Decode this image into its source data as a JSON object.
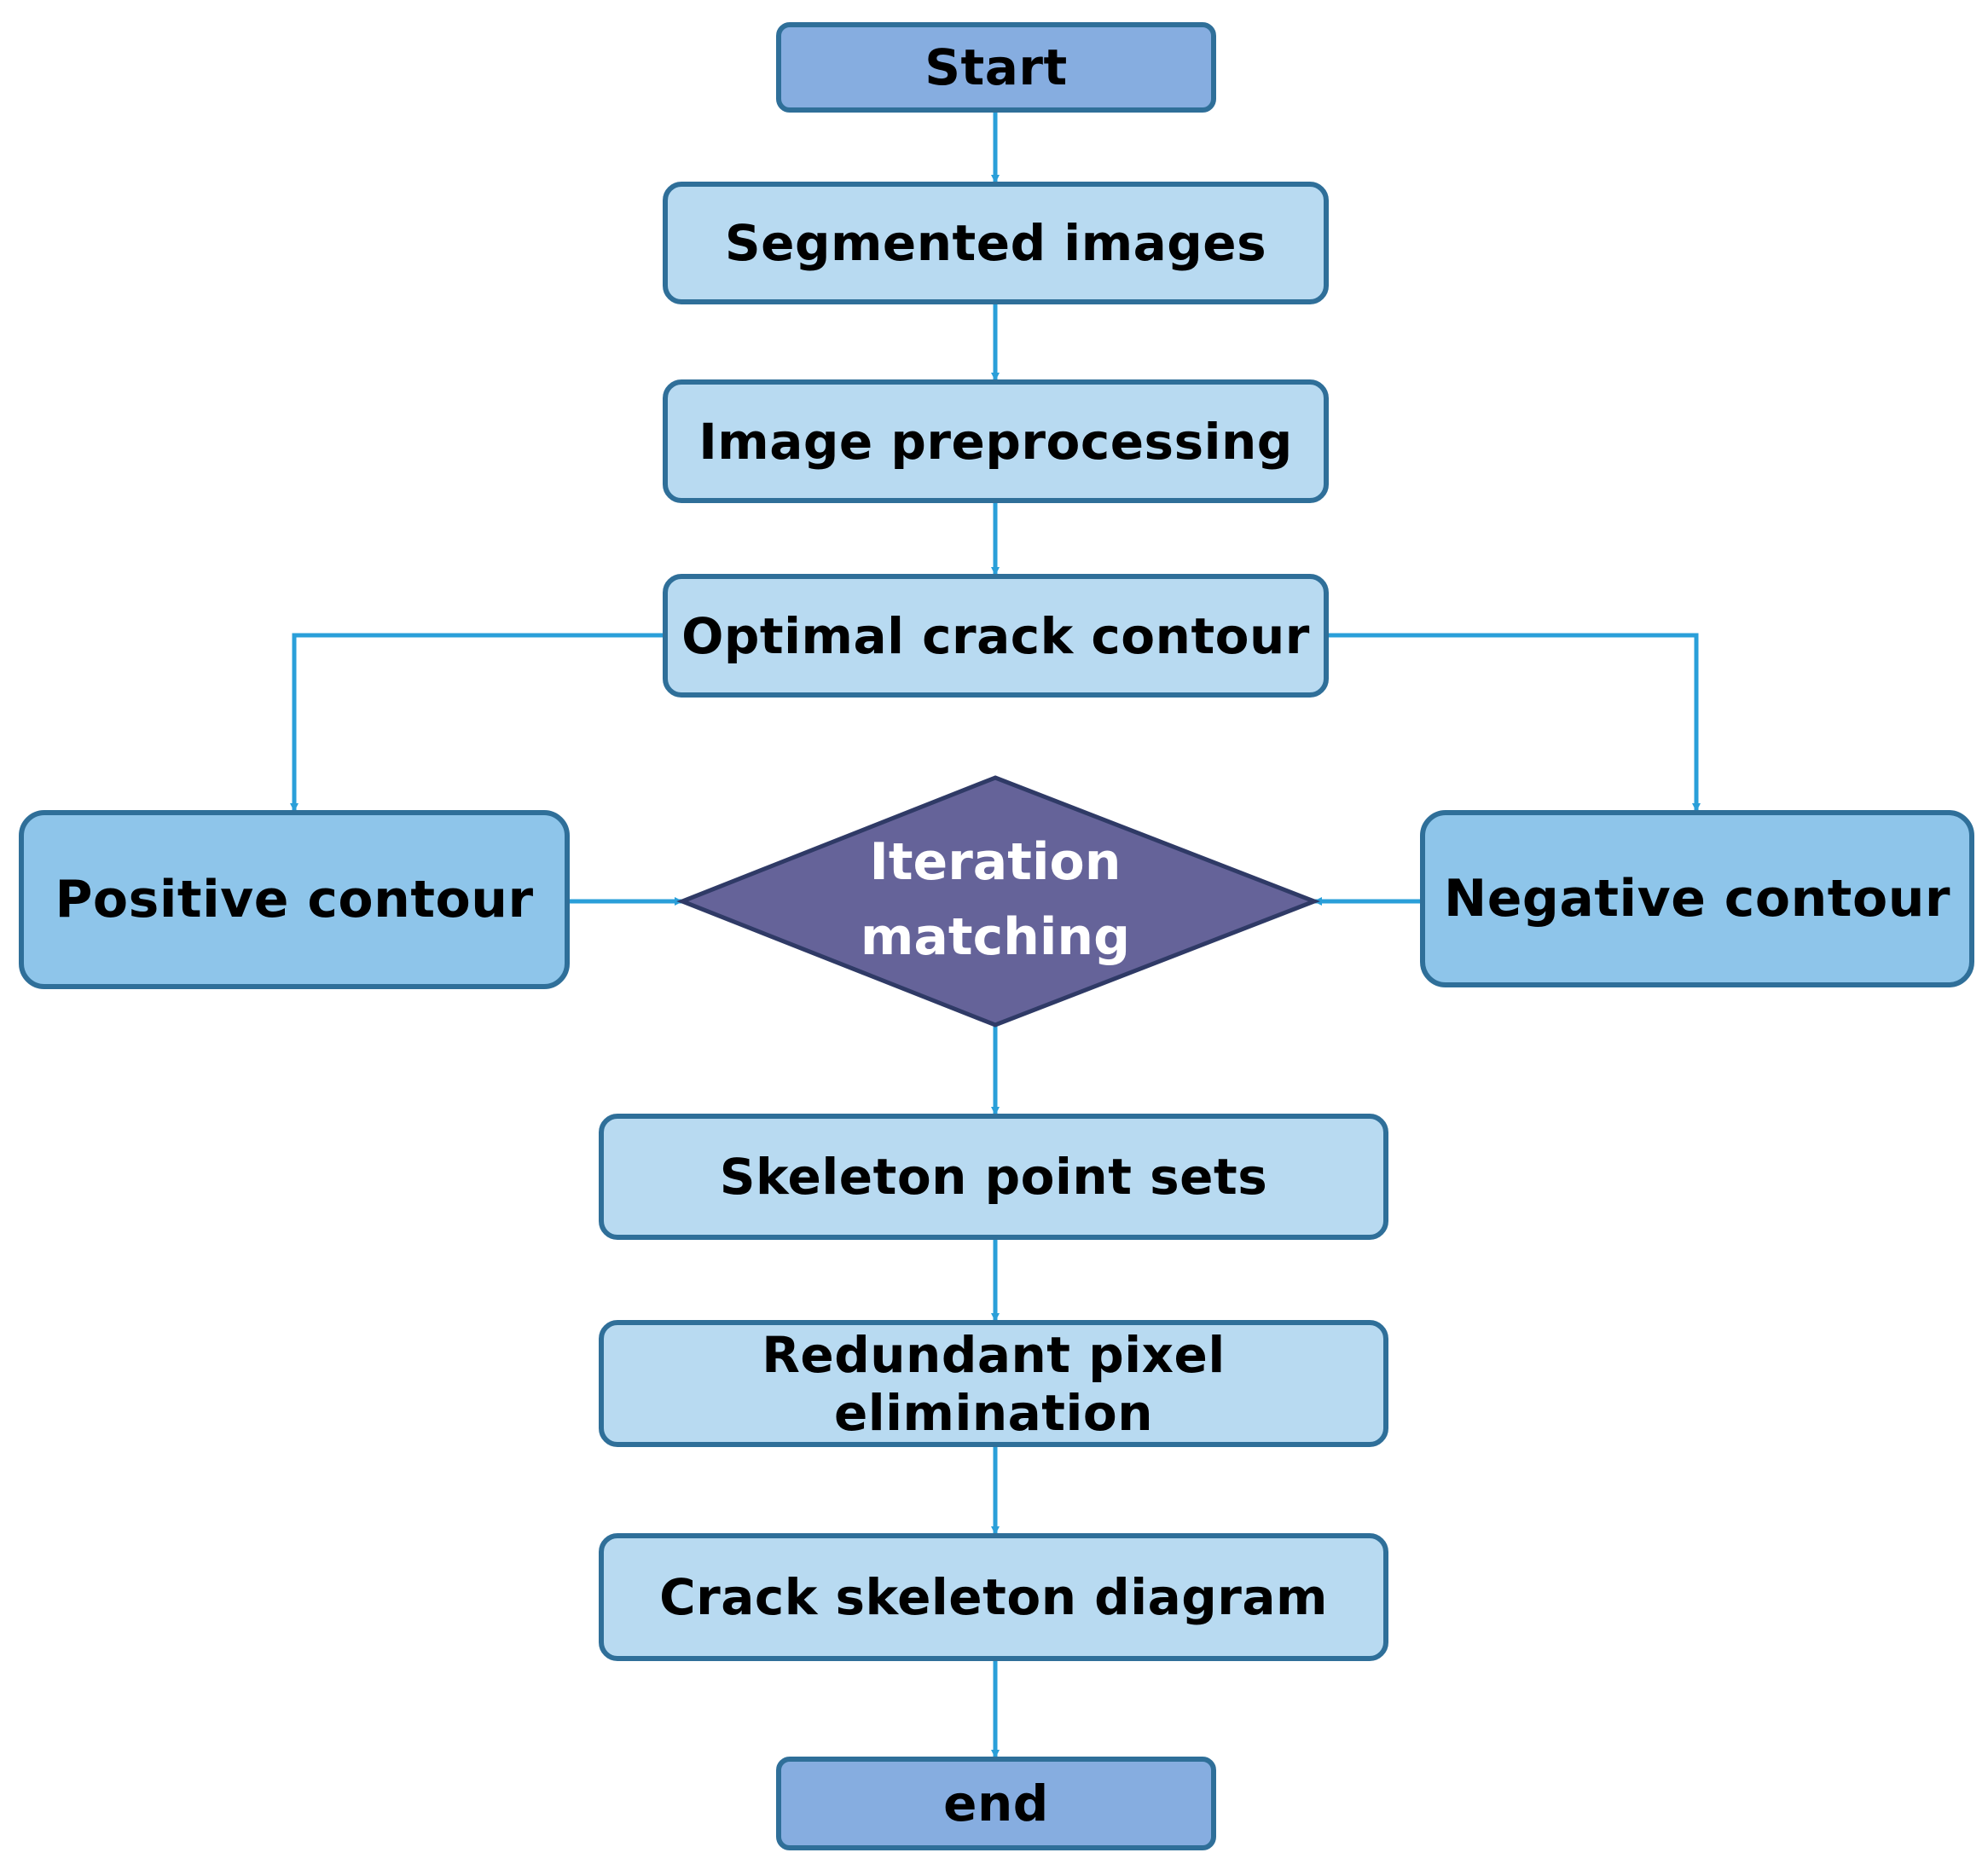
{
  "flowchart": {
    "start": "Start",
    "segmented_images": "Segmented images",
    "image_preprocessing": "Image preprocessing",
    "optimal_crack_contour": "Optimal crack contour",
    "positive_contour": "Positive contour",
    "negative_contour": "Negative contour",
    "iteration_matching": {
      "line1": "Iteration",
      "line2": "matching"
    },
    "skeleton_point_sets": "Skeleton point sets",
    "redundant_pixel_elimination": "Redundant pixel elimination",
    "crack_skeleton_diagram": "Crack skeleton diagram",
    "end": "end"
  },
  "colors": {
    "terminal_fill": "#86ade0",
    "process_fill": "#b8daf1",
    "contour_fill": "#8ec5ea",
    "decision_fill": "#656399",
    "border": "#2f6f99",
    "arrow": "#2a9fd9"
  }
}
